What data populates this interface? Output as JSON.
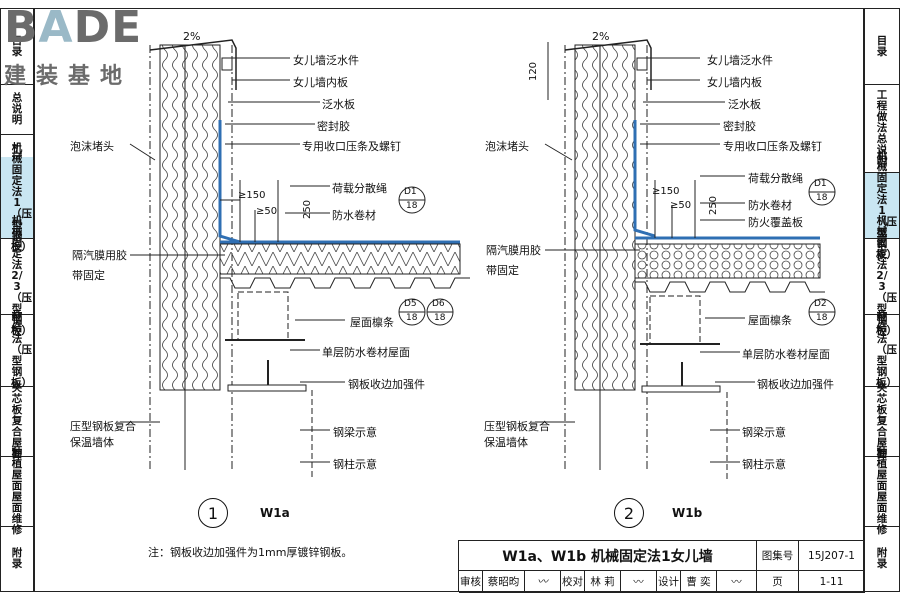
{
  "logo": {
    "brand_pre": "B",
    "brand_a": "A",
    "brand_post": "DE",
    "sub": "建装基地"
  },
  "left_tabs": [
    {
      "label": "目录",
      "active": false
    },
    {
      "label": "总说明",
      "active": false
    },
    {
      "label": "工程做法",
      "active": false
    },
    {
      "label": "机械固定法1（压型钢板）",
      "active": true
    },
    {
      "label": "机械固定法2/3（压型钢板）",
      "active": false
    },
    {
      "label": "粘结法（压型钢板）",
      "active": false
    },
    {
      "label": "夹芯板复合屋面",
      "active": false
    },
    {
      "label": "种植屋面屋面维修",
      "active": false
    },
    {
      "label": "附录",
      "active": false
    }
  ],
  "right_tabs": [
    {
      "label": "目录",
      "active": false
    },
    {
      "label": "工程做法总说明",
      "active": false
    },
    {
      "label": "机械固定法1（压型钢板）",
      "active": true
    },
    {
      "label": "机械固定法2/3（压型钢板）",
      "active": false
    },
    {
      "label": "粘结法（压型钢板）",
      "active": false
    },
    {
      "label": "夹芯板复合屋面",
      "active": false
    },
    {
      "label": "种植屋面屋面维修",
      "active": false
    },
    {
      "label": "附录",
      "active": false
    }
  ],
  "detail_a": {
    "number": "1",
    "name": "W1a",
    "slope": "2%",
    "labels": {
      "flashing": "女儿墙泛水件",
      "inner_board": "女儿墙内板",
      "flash_plate": "泛水板",
      "sealant": "密封胶",
      "bar_screw": "专用收口压条及螺钉",
      "foam_plug": "泡沫堵头",
      "load_rope": "荷载分散绳",
      "membrane": "防水卷材",
      "vapor_tape_1": "隔汽膜用胶",
      "vapor_tape_2": "带固定",
      "purlin": "屋面檩条",
      "single_layer": "单层防水卷材屋面",
      "edge_rib": "钢板收边加强件",
      "wall_1": "压型钢板复合",
      "wall_2": "保温墙体",
      "beam": "钢梁示意",
      "column": "钢柱示意"
    },
    "dims": {
      "d150": "≥150",
      "d50": "≥50",
      "d250": "250"
    },
    "refs": [
      {
        "top": "D1",
        "bottom": "18"
      },
      {
        "top": "D5",
        "bottom": "18"
      },
      {
        "top": "D6",
        "bottom": "18"
      }
    ]
  },
  "detail_b": {
    "number": "2",
    "name": "W1b",
    "slope": "2%",
    "height": "120",
    "labels": {
      "flashing": "女儿墙泛水件",
      "inner_board": "女儿墙内板",
      "flash_plate": "泛水板",
      "sealant": "密封胶",
      "bar_screw": "专用收口压条及螺钉",
      "foam_plug": "泡沫堵头",
      "load_rope": "荷载分散绳",
      "membrane": "防水卷材",
      "cover_board": "防火覆盖板",
      "vapor_tape_1": "隔汽膜用胶",
      "vapor_tape_2": "带固定",
      "purlin": "屋面檩条",
      "single_layer": "单层防水卷材屋面",
      "edge_rib": "钢板收边加强件",
      "wall_1": "压型钢板复合",
      "wall_2": "保温墙体",
      "beam": "钢梁示意",
      "column": "钢柱示意"
    },
    "dims": {
      "d150": "≥150",
      "d50": "≥50",
      "d250": "250"
    },
    "refs": [
      {
        "top": "D1",
        "bottom": "18"
      },
      {
        "top": "D2",
        "bottom": "18"
      }
    ]
  },
  "note": "注：钢板收边加强件为1mm厚镀锌钢板。",
  "title_block": {
    "title": "W1a、W1b 机械固定法1女儿墙",
    "atlas_label": "图集号",
    "atlas_no": "15J207-1",
    "review_label": "审核",
    "review_name": "蔡昭昀",
    "check_label": "校对",
    "check_name": "林 莉",
    "design_label": "设计",
    "design_name": "曹 奕",
    "page_label": "页",
    "page_no": "1-11"
  },
  "colors": {
    "membrane": "#2f6fb3",
    "active_tab": "#c9e6f2",
    "line": "#222222"
  }
}
